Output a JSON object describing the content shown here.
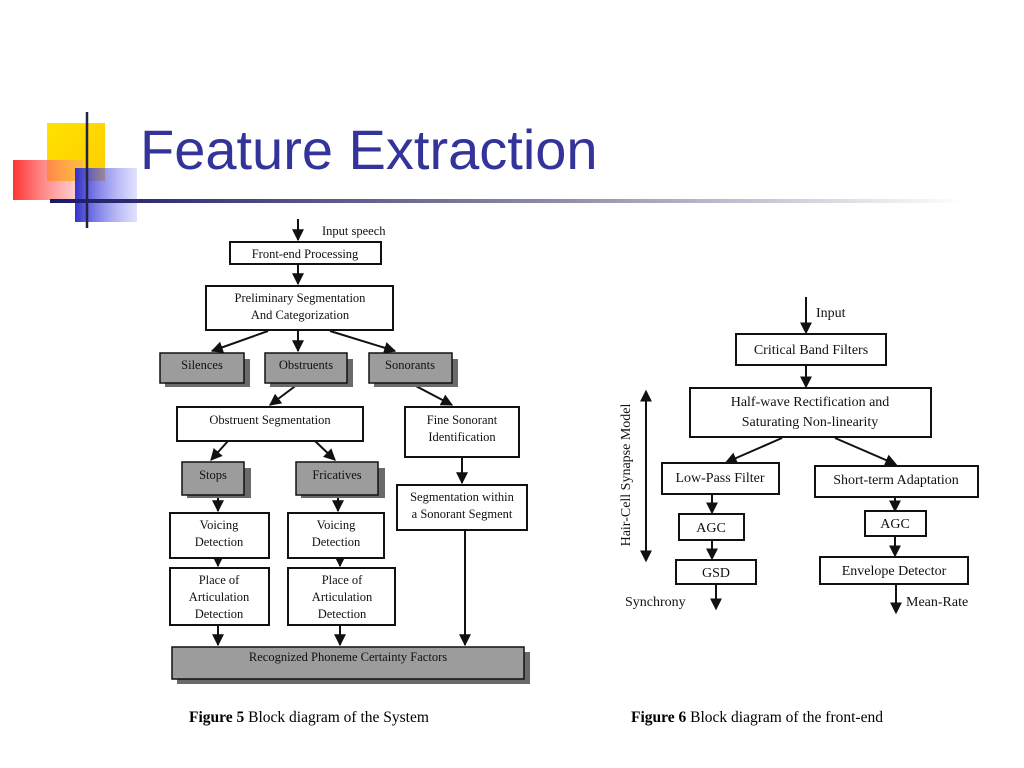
{
  "slide": {
    "title": "Feature Extraction"
  },
  "figure5": {
    "input_label": "Input speech",
    "boxes": {
      "front_end": "Front-end Processing",
      "prelim_1": "Preliminary Segmentation",
      "prelim_2": "And Categorization",
      "silences": "Silences",
      "obstruents": "Obstruents",
      "sonorants": "Sonorants",
      "obstruent_seg": "Obstruent Segmentation",
      "fine_son_1": "Fine Sonorant",
      "fine_son_2": "Identification",
      "stops": "Stops",
      "fricatives": "Fricatives",
      "seg_within_1": "Segmentation within",
      "seg_within_2": "a Sonorant Segment",
      "voicing_1": "Voicing",
      "voicing_2": "Detection",
      "place_1": "Place of",
      "place_2": "Articulation",
      "place_3": "Detection",
      "recognized": "Recognized Phoneme Certainty Factors"
    },
    "caption_label": "Figure 5",
    "caption_text": " Block diagram of the System"
  },
  "figure6": {
    "input_label": "Input",
    "side_label": "Hair-Cell Synapse Model",
    "boxes": {
      "critical": "Critical Band Filters",
      "halfwave_1": "Half-wave Rectification and",
      "halfwave_2": "Saturating Non-linearity",
      "lowpass": "Low-Pass Filter",
      "shortterm": "Short-term Adaptation",
      "agc": "AGC",
      "gsd": "GSD",
      "envelope": "Envelope Detector"
    },
    "outputs": {
      "synchrony": "Synchrony",
      "mean_rate": "Mean-Rate"
    },
    "caption_label": "Figure 6",
    "caption_text": " Block diagram of the front-end"
  }
}
